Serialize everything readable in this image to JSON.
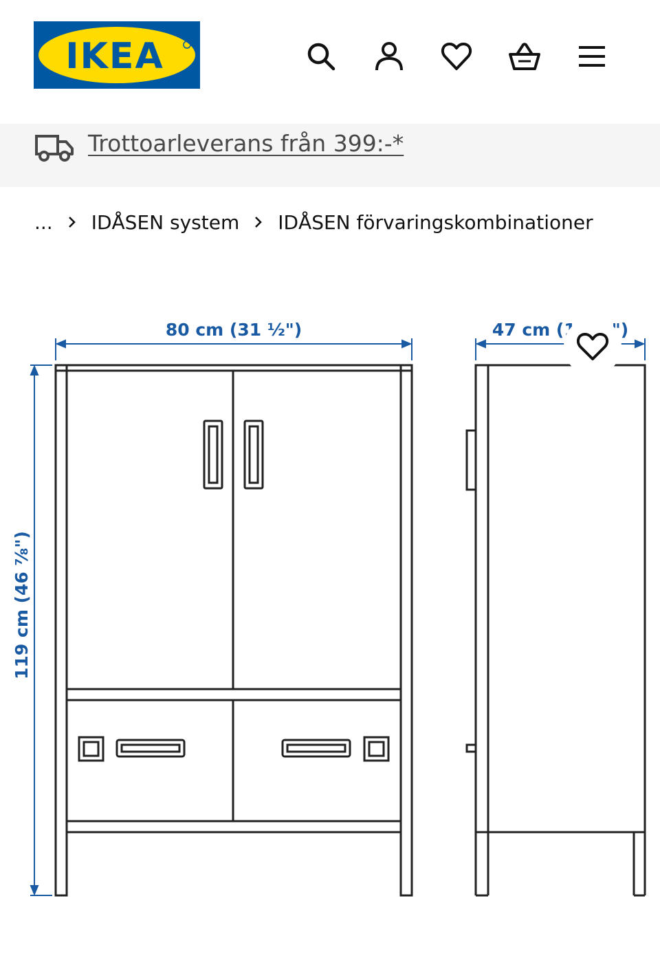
{
  "header": {
    "logo_text": "IKEA",
    "icons": [
      "search-icon",
      "profile-icon",
      "heart-icon",
      "basket-icon",
      "menu-icon"
    ]
  },
  "banner": {
    "icon": "truck-icon",
    "text": "Trottoarleverans från 399:-*"
  },
  "breadcrumb": {
    "ellipsis": "...",
    "items": [
      "IDÅSEN system",
      "IDÅSEN förvaringskombinationer"
    ]
  },
  "product_image": {
    "width_label": "80 cm (31 ½\")",
    "height_label": "119 cm (46 ⅞\")",
    "depth_label": "47 cm (18 ½\")",
    "dimension_color": "#1a5aa3"
  },
  "favourite": {
    "icon": "heart-icon"
  },
  "colors": {
    "brand_blue": "#0058a3",
    "brand_yellow": "#ffdb00",
    "banner_bg": "#f5f5f5"
  }
}
